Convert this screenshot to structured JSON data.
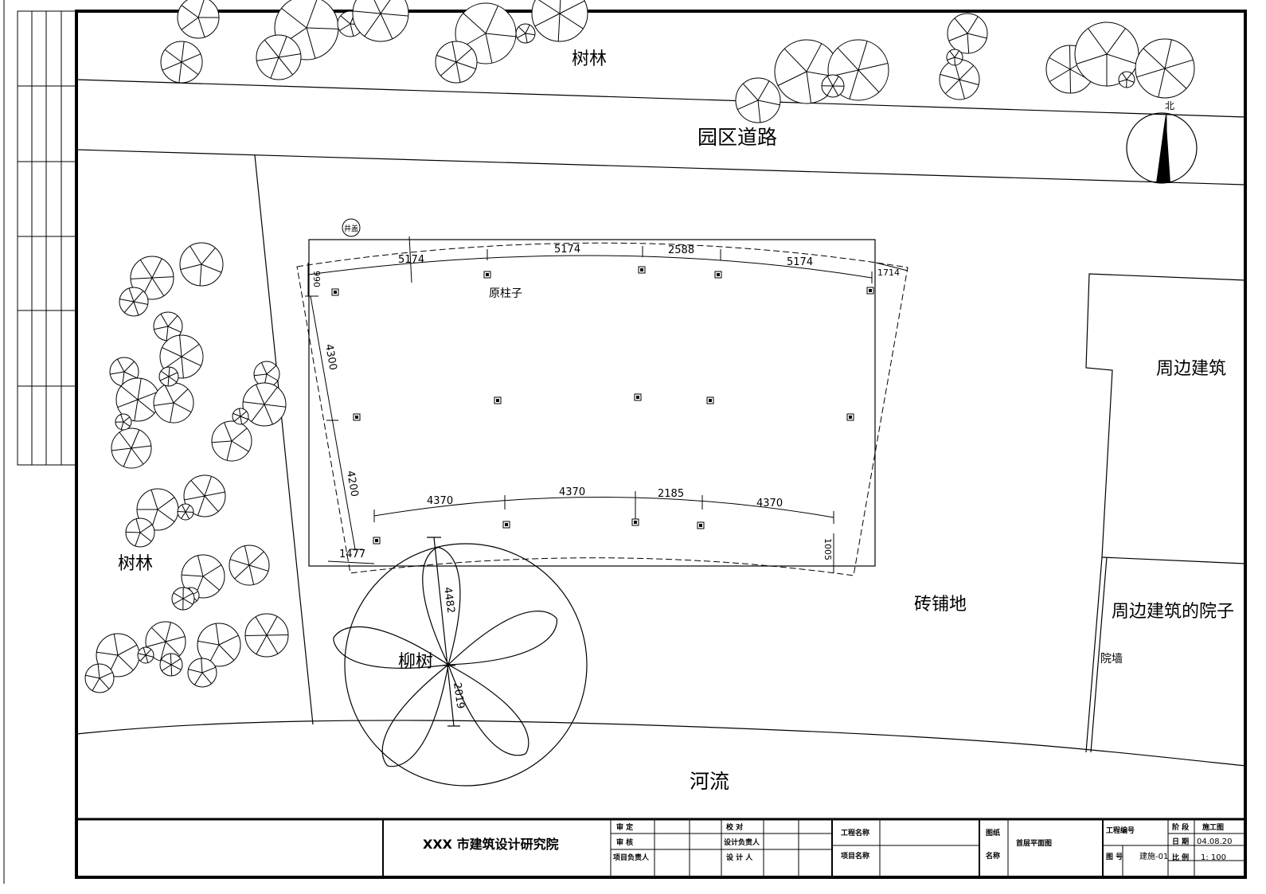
{
  "labels": {
    "forest_top": "树林",
    "road": "园区道路",
    "forest_left": "树林",
    "surrounding_building": "周边建筑",
    "surrounding_yard": "周边建筑的院子",
    "yard_wall": "院墙",
    "paving": "砖铺地",
    "river": "河流",
    "willow": "柳树",
    "original_column": "原柱子",
    "well": "井盖",
    "north": "北"
  },
  "dimensions": {
    "top_spans": [
      "5174",
      "5174",
      "2588",
      "5174"
    ],
    "top_left_offset": "990",
    "top_right_offset": "1714",
    "left_upper": "4300",
    "left_lower": "4200",
    "bottom_spans": [
      "4370",
      "4370",
      "2185",
      "4370"
    ],
    "bottom_left_offset": "1477",
    "bottom_right_offset": "1005",
    "willow_upper": "4482",
    "willow_lower": "2019"
  },
  "title_block": {
    "institute": "XXX 市建筑设计研究院",
    "left": [
      [
        "审 定",
        "校 对"
      ],
      [
        "审 核",
        "设计负责人"
      ],
      [
        "项目负责人",
        "设 计 人"
      ]
    ],
    "project_name_label": "工程名称",
    "item_name_label": "项目名称",
    "drawing_label_1": "图纸",
    "drawing_label_2": "名称",
    "drawing_name": "首层平面图",
    "project_no_label": "工程编号",
    "drawing_no_label": "图 号",
    "drawing_no": "建施-01",
    "stage_label": "阶 段",
    "stage": "施工图",
    "date_label": "日 期",
    "date": "04.08.20",
    "scale_label": "比 例",
    "scale": "1: 100"
  }
}
